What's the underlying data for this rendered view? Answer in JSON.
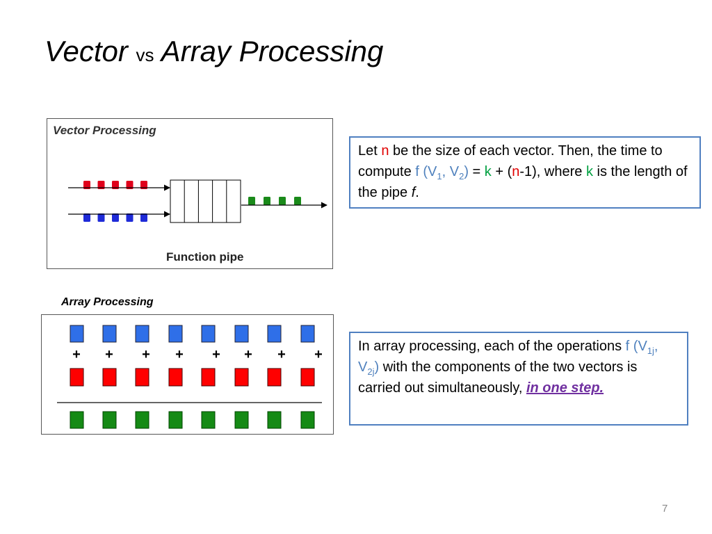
{
  "slide": {
    "title_part1": "Vector",
    "title_vs": "vs",
    "title_part2": "Array Processing",
    "page_number": "7"
  },
  "vector_figure": {
    "heading": "Vector Processing",
    "pipe_label": "Function pipe",
    "red_count": 5,
    "blue_count": 5,
    "green_count": 4,
    "pipe_stages": 5,
    "colors": {
      "red": "#e0001b",
      "blue": "#1f2bd8",
      "green": "#1a8a1a"
    }
  },
  "array_figure": {
    "caption": "Array Processing",
    "columns": 8,
    "operator": "+",
    "colors": {
      "blue": "#2f6fe8",
      "red": "#ff0000",
      "green": "#158a15"
    }
  },
  "note1": {
    "t1": "Let ",
    "n1": "n",
    "t2": " be the size of each vector. Then, the time to compute ",
    "f": "f (V",
    "sub1": "1",
    "comma": ", V",
    "sub2": "2",
    "close": ")",
    "eq": " = ",
    "k1": "k",
    "plus": " + (",
    "n2": "n",
    "t3": "-1), where ",
    "k2": "k",
    "t4": " is the length of the pipe ",
    "fi": "f",
    "dot": "."
  },
  "note2": {
    "t1": "In array processing, each of the operations ",
    "f": "f (V",
    "sub1": "1j",
    "comma": ", V",
    "sub2": "2j",
    "close": ")",
    "t2": " with the components of the two vectors is carried out simultaneously, ",
    "emph": "in one step."
  }
}
